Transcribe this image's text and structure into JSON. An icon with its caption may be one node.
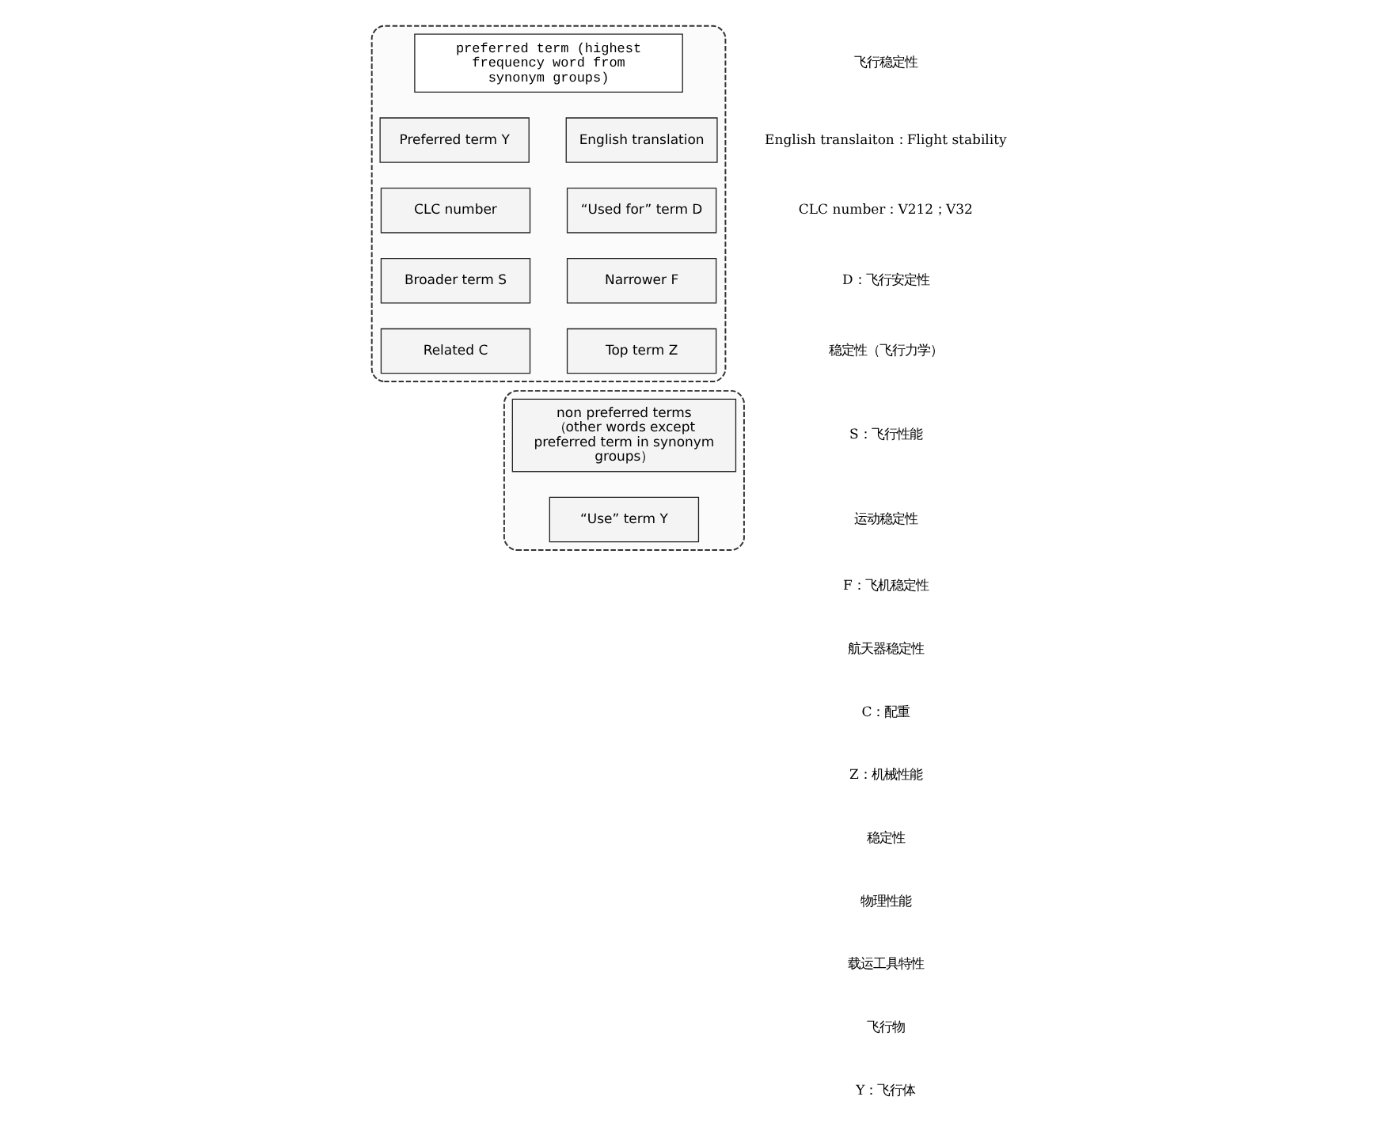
{
  "diagram": {
    "nodes": [
      {
        "text": [],
        "shape": "box"
      },
      {
        "text": [
          "preferred term (highest frequency word from synonym groups)"
        ],
        "in": 0
      },
      {
        "text": [
          "Preferred term Y"
        ],
        "in": 0
      },
      {
        "text": [
          "English translation"
        ],
        "in": 0
      },
      {
        "text": [
          "CLC number"
        ],
        "in": 0
      },
      {
        "text": [
          "“Used for” term D"
        ],
        "in": 0
      },
      {
        "text": [
          "Broader term S"
        ],
        "in": 0
      },
      {
        "text": [
          "Narrower F"
        ],
        "in": 0
      },
      {
        "text": [
          "Related C"
        ],
        "in": 0
      },
      {
        "text": [
          "Top term Z"
        ],
        "in": 0
      },
      {
        "text": [],
        "shape": "box"
      },
      {
        "text": [
          "non preferred terms",
          "（other words except preferred term in synonym groups）"
        ],
        "in": 10
      },
      {
        "text": [
          "“Use” term Y"
        ],
        "in": 10
      }
    ],
    "edges": [],
    "labels": [
      "飞行稳定性",
      "English translaiton：Flight stability",
      "CLC number：V212；V32",
      "D：飞行安定性",
      "稳定性（飞行力学）",
      "S：飞行性能",
      "运动稳定性",
      "F：飞机稳定性",
      "航天器稳定性",
      "C：配重",
      "Z：机械性能",
      "稳定性",
      "物理性能",
      "载运工具特性",
      "飞行物",
      "Y：飞行体"
    ]
  }
}
